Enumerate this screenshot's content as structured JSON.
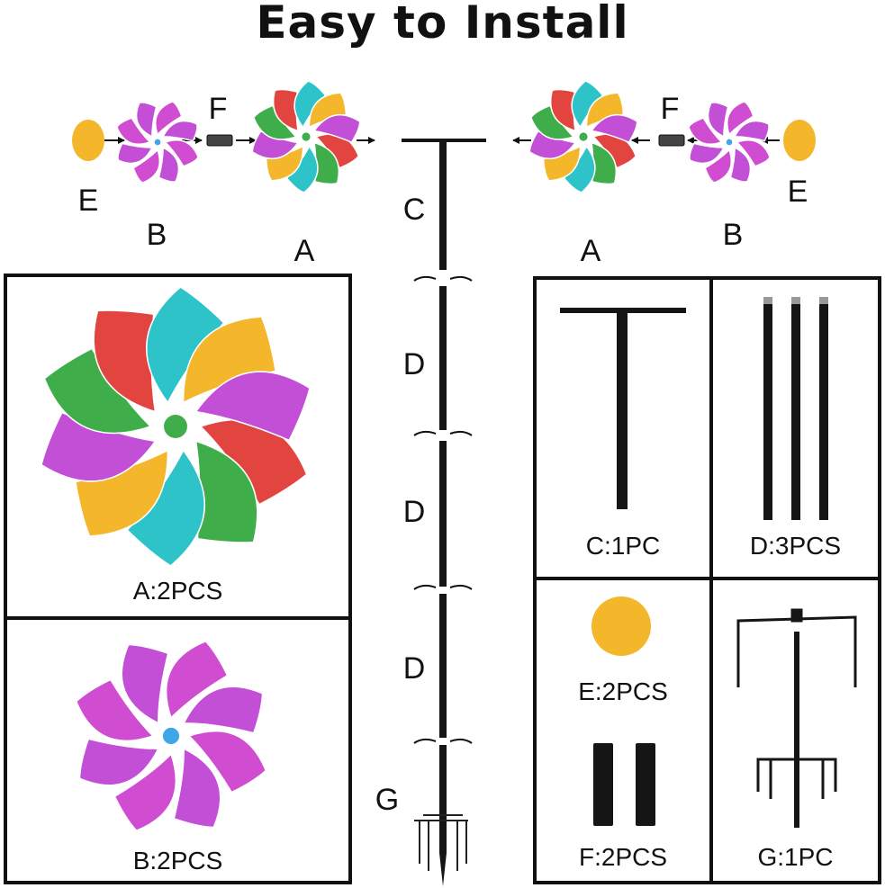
{
  "title": "Easy to Install",
  "diagram": {
    "left_row": {
      "e": "E",
      "b": "B",
      "f": "F",
      "a": "A"
    },
    "center": {
      "c": "C",
      "d1": "D",
      "d2": "D",
      "d3": "D",
      "g": "G"
    },
    "right_row": {
      "a": "A",
      "f": "F",
      "b": "B",
      "e": "E"
    }
  },
  "parts": {
    "a": "A:2PCS",
    "b": "B:2PCS",
    "c": "C:1PC",
    "d": "D:3PCS",
    "e": "E:2PCS",
    "f": "F:2PCS",
    "g": "G:1PC"
  },
  "colors": {
    "red": "#e2453f",
    "green": "#3fae4a",
    "teal": "#2ec2c9",
    "orange": "#f4b62a",
    "purple": "#c24fd6",
    "magenta": "#d04cd0",
    "blue": "#3fa7e6",
    "pole": "#151515"
  }
}
